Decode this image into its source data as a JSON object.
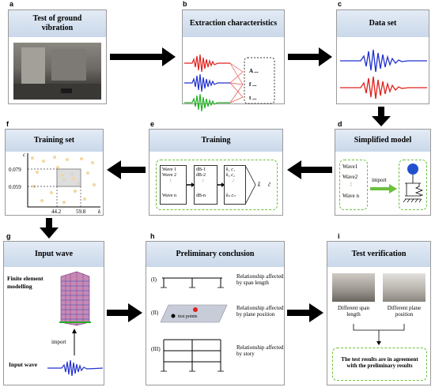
{
  "labels": {
    "a": "a",
    "b": "b",
    "c": "c",
    "d": "d",
    "e": "e",
    "f": "f",
    "g": "g",
    "h": "h",
    "i": "i"
  },
  "panel_a": {
    "title": "Test of ground vibration"
  },
  "panel_b": {
    "title": "Extraction characteristics",
    "features": [
      "A ...",
      "f ...",
      "t ..."
    ]
  },
  "panel_c": {
    "title": "Data set"
  },
  "panel_d": {
    "title": "Simplified model",
    "waves": [
      "Wave1",
      "Wave2",
      ":",
      "Wave n"
    ],
    "import": "import"
  },
  "panel_e": {
    "title": "Training",
    "waves": [
      "Wave 1",
      "Wave 2",
      ":",
      "Wave n"
    ],
    "db": [
      "dB-1",
      "dB-2",
      ":",
      "dB-n"
    ],
    "kc": [
      "k₁ c₁",
      "k₂ c₂",
      ":",
      "kₙ cₙ"
    ],
    "out_k": "k̄",
    "out_c": "c̄"
  },
  "panel_f": {
    "title": "Training set",
    "ylabel": "c",
    "xlabel": "k",
    "yticks": [
      "0.079",
      "0.059"
    ],
    "xticks": [
      "44.2",
      "59.8"
    ]
  },
  "panel_g": {
    "title": "Input wave",
    "model_label": "Finite element modelling",
    "import": "import",
    "wave_label": "Input wave"
  },
  "panel_h": {
    "title": "Preliminary conclusion",
    "items": [
      {
        "num": "(I)",
        "text": "Relationship affected by span length"
      },
      {
        "num": "(II)",
        "text": "Relationship affected by plane position",
        "points": "test points"
      },
      {
        "num": "(III)",
        "text": "Relationship affected by story"
      }
    ]
  },
  "panel_i": {
    "title": "Test verification",
    "captions": [
      "Different span length",
      "Different plane position"
    ],
    "result": "The test results are in agreement with the preliminary results"
  },
  "colors": {
    "header": "#c9d8ea",
    "green": "#6abf3b",
    "red": "#e0201b",
    "blue": "#2030d0",
    "wave_green": "#20b020",
    "arrow": "#000000"
  }
}
